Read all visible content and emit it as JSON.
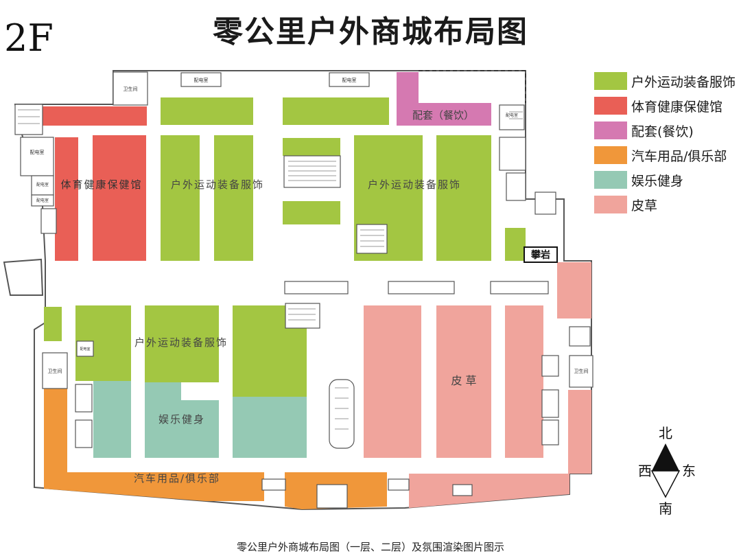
{
  "floor_label": "2F",
  "title": "零公里户外商城布局图",
  "caption": "零公里户外商城布局图（一层、二层）及氛围渲染图片图示",
  "legend": [
    {
      "label": "户外运动装备服饰",
      "color": "#a3c642"
    },
    {
      "label": "体育健康保健馆",
      "color": "#e95f56"
    },
    {
      "label": "配套(餐饮)",
      "color": "#d579b1"
    },
    {
      "label": "汽车用品/俱乐部",
      "color": "#f0973a"
    },
    {
      "label": "娱乐健身",
      "color": "#95c9b4"
    },
    {
      "label": "皮草",
      "color": "#f0a49c"
    }
  ],
  "map_labels": {
    "sports_health": "体育健康保健馆",
    "outdoor_west": "户外运动装备服饰",
    "outdoor_east": "户外运动装备服饰",
    "outdoor_south": "户外运动装备服饰",
    "dining": "配套（餐饮）",
    "climbing": "攀岩",
    "fur": "皮  草",
    "fitness": "娱乐健身",
    "auto": "汽车用品/俱乐部",
    "restroom": "卫生间",
    "power_room": "配电室"
  },
  "compass": {
    "north": "北",
    "south": "南",
    "east": "东",
    "west": "西"
  }
}
